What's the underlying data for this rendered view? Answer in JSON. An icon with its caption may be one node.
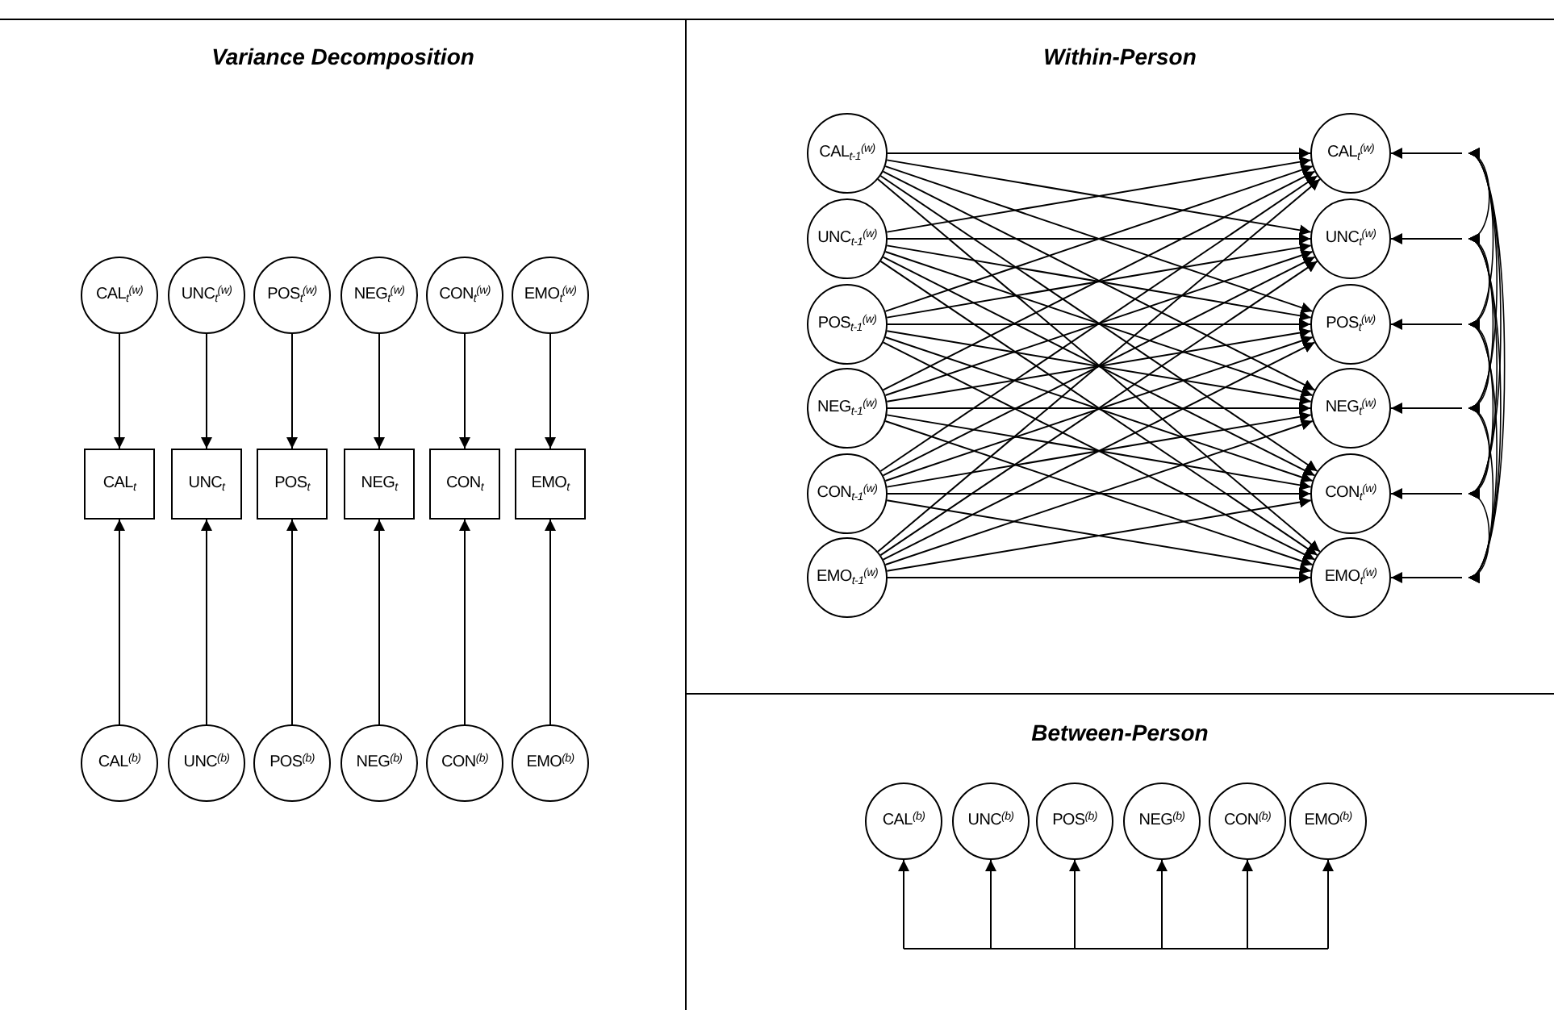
{
  "diagram": {
    "labels": [
      "Variance Decomposition",
      "Within-Person",
      "Between-Person"
    ],
    "nodes": [
      {
        "text": [
          "CAL$_{t}$$^{(w)}$"
        ]
      },
      {
        "text": [
          "UNC$_{t}$$^{(w)}$"
        ]
      },
      {
        "text": [
          "POS$_{t}$$^{(w)}$"
        ]
      },
      {
        "text": [
          "NEG$_{t}$$^{(w)}$"
        ]
      },
      {
        "text": [
          "CON$_{t}$$^{(w)}$"
        ]
      },
      {
        "text": [
          "EMO$_{t}$$^{(w)}$"
        ]
      },
      {
        "text": [
          "CAL$_{t}$"
        ]
      },
      {
        "text": [
          "UNC$_{t}$"
        ]
      },
      {
        "text": [
          "POS$_{t}$"
        ]
      },
      {
        "text": [
          "NEG$_{t}$"
        ]
      },
      {
        "text": [
          "CON$_{t}$"
        ]
      },
      {
        "text": [
          "EMO$_{t}$"
        ]
      },
      {
        "text": [
          "CAL$^{(b)}$"
        ]
      },
      {
        "text": [
          "UNC$^{(b)}$"
        ]
      },
      {
        "text": [
          "POS$^{(b)}$"
        ]
      },
      {
        "text": [
          "NEG$^{(b)}$"
        ]
      },
      {
        "text": [
          "CON$^{(b)}$"
        ]
      },
      {
        "text": [
          "EMO$^{(b)}$"
        ]
      },
      {
        "text": [
          "CAL$_{t-1}$$^{(w)}$"
        ]
      },
      {
        "text": [
          "UNC$_{t-1}$$^{(w)}$"
        ]
      },
      {
        "text": [
          "POS$_{t-1}$$^{(w)}$"
        ]
      },
      {
        "text": [
          "NEG$_{t-1}$$^{(w)}$"
        ]
      },
      {
        "text": [
          "CON$_{t-1}$$^{(w)}$"
        ]
      },
      {
        "text": [
          "EMO$_{t-1}$$^{(w)}$"
        ]
      },
      {
        "text": [
          "CAL$_{t}$$^{(w)}$"
        ]
      },
      {
        "text": [
          "UNC$_{t}$$^{(w)}$"
        ]
      },
      {
        "text": [
          "POS$_{t}$$^{(w)}$"
        ]
      },
      {
        "text": [
          "NEG$_{t}$$^{(w)}$"
        ]
      },
      {
        "text": [
          "CON$_{t}$$^{(w)}$"
        ]
      },
      {
        "text": [
          "EMO$_{t}$$^{(w)}$"
        ]
      },
      {
        "text": [
          "CAL$^{(b)}$"
        ]
      },
      {
        "text": [
          "UNC$^{(b)}$"
        ]
      },
      {
        "text": [
          "POS$^{(b)}$"
        ]
      },
      {
        "text": [
          "NEG$^{(b)}$"
        ]
      },
      {
        "text": [
          "CON$^{(b)}$"
        ]
      },
      {
        "text": [
          "EMO$^{(b)}$"
        ]
      }
    ],
    "edges": [
      {
        "from": 0,
        "to": 6,
        "arrow": "to"
      },
      {
        "from": 1,
        "to": 7,
        "arrow": "to"
      },
      {
        "from": 2,
        "to": 8,
        "arrow": "to"
      },
      {
        "from": 3,
        "to": 9,
        "arrow": "to"
      },
      {
        "from": 4,
        "to": 10,
        "arrow": "to"
      },
      {
        "from": 5,
        "to": 11,
        "arrow": "to"
      },
      {
        "from": 12,
        "to": 6,
        "arrow": "to"
      },
      {
        "from": 13,
        "to": 7,
        "arrow": "to"
      },
      {
        "from": 14,
        "to": 8,
        "arrow": "to"
      },
      {
        "from": 15,
        "to": 9,
        "arrow": "to"
      },
      {
        "from": 16,
        "to": 10,
        "arrow": "to"
      },
      {
        "from": 17,
        "to": 11,
        "arrow": "to"
      },
      {
        "from": 18,
        "to": 24,
        "arrow": "to"
      },
      {
        "from": 18,
        "to": 25,
        "arrow": "to"
      },
      {
        "from": 18,
        "to": 26,
        "arrow": "to"
      },
      {
        "from": 18,
        "to": 27,
        "arrow": "to"
      },
      {
        "from": 18,
        "to": 28,
        "arrow": "to"
      },
      {
        "from": 18,
        "to": 29,
        "arrow": "to"
      },
      {
        "from": 19,
        "to": 24,
        "arrow": "to"
      },
      {
        "from": 19,
        "to": 25,
        "arrow": "to"
      },
      {
        "from": 19,
        "to": 26,
        "arrow": "to"
      },
      {
        "from": 19,
        "to": 27,
        "arrow": "to"
      },
      {
        "from": 19,
        "to": 28,
        "arrow": "to"
      },
      {
        "from": 19,
        "to": 29,
        "arrow": "to"
      },
      {
        "from": 20,
        "to": 24,
        "arrow": "to"
      },
      {
        "from": 20,
        "to": 25,
        "arrow": "to"
      },
      {
        "from": 20,
        "to": 26,
        "arrow": "to"
      },
      {
        "from": 20,
        "to": 27,
        "arrow": "to"
      },
      {
        "from": 20,
        "to": 28,
        "arrow": "to"
      },
      {
        "from": 20,
        "to": 29,
        "arrow": "to"
      },
      {
        "from": 21,
        "to": 24,
        "arrow": "to"
      },
      {
        "from": 21,
        "to": 25,
        "arrow": "to"
      },
      {
        "from": 21,
        "to": 26,
        "arrow": "to"
      },
      {
        "from": 21,
        "to": 27,
        "arrow": "to"
      },
      {
        "from": 21,
        "to": 28,
        "arrow": "to"
      },
      {
        "from": 21,
        "to": 29,
        "arrow": "to"
      },
      {
        "from": 22,
        "to": 24,
        "arrow": "to"
      },
      {
        "from": 22,
        "to": 25,
        "arrow": "to"
      },
      {
        "from": 22,
        "to": 26,
        "arrow": "to"
      },
      {
        "from": 22,
        "to": 27,
        "arrow": "to"
      },
      {
        "from": 22,
        "to": 28,
        "arrow": "to"
      },
      {
        "from": 22,
        "to": 29,
        "arrow": "to"
      },
      {
        "from": 23,
        "to": 24,
        "arrow": "to"
      },
      {
        "from": 23,
        "to": 25,
        "arrow": "to"
      },
      {
        "from": 23,
        "to": 26,
        "arrow": "to"
      },
      {
        "from": 23,
        "to": 27,
        "arrow": "to"
      },
      {
        "from": 23,
        "to": 28,
        "arrow": "to"
      },
      {
        "from": 23,
        "to": 29,
        "arrow": "to"
      },
      {
        "from": null,
        "to": 24,
        "arrow": "to"
      },
      {
        "from": null,
        "to": 25,
        "arrow": "to"
      },
      {
        "from": null,
        "to": 26,
        "arrow": "to"
      },
      {
        "from": null,
        "to": 27,
        "arrow": "to"
      },
      {
        "from": null,
        "to": 28,
        "arrow": "to"
      },
      {
        "from": null,
        "to": 29,
        "arrow": "to"
      },
      {
        "from": null,
        "to": 30,
        "arrow": "to"
      },
      {
        "from": null,
        "to": 31,
        "arrow": "to"
      },
      {
        "from": null,
        "to": 32,
        "arrow": "to"
      },
      {
        "from": null,
        "to": 33,
        "arrow": "to"
      },
      {
        "from": null,
        "to": 34,
        "arrow": "to"
      },
      {
        "from": null,
        "to": 35,
        "arrow": "to"
      }
    ]
  }
}
